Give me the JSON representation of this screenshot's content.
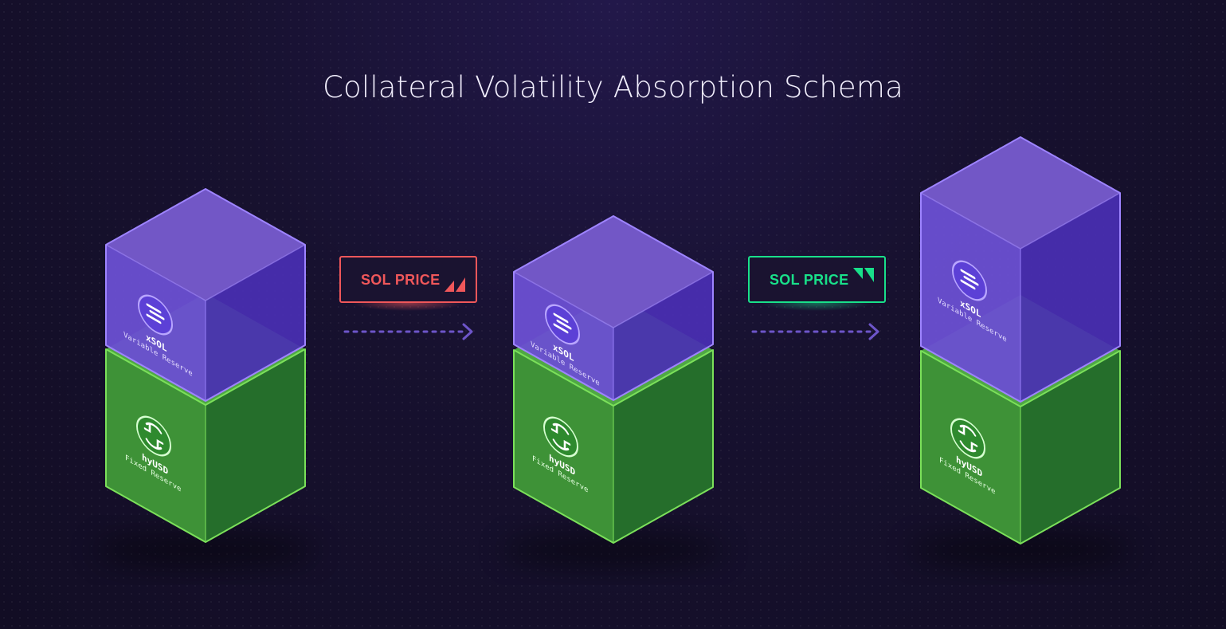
{
  "title": "Collateral Volatility Absorption Schema",
  "colors": {
    "purple": "#6b4fd1",
    "green": "#3f9a38",
    "down": "#f0575a",
    "up": "#19e08a",
    "arrow": "#6d55c9"
  },
  "stacks": [
    {
      "xsol": {
        "name": "xSOL",
        "subtitle": "Variable Reserve",
        "icon": "xsol-icon"
      },
      "hyusd": {
        "name": "hyUSD",
        "subtitle": "Fixed Reserve",
        "icon": "hyusd-icon"
      }
    },
    {
      "xsol": {
        "name": "xSOL",
        "subtitle": "Variable Reserve",
        "icon": "xsol-icon"
      },
      "hyusd": {
        "name": "hyUSD",
        "subtitle": "Fixed Reserve",
        "icon": "hyusd-icon"
      }
    },
    {
      "xsol": {
        "name": "xSOL",
        "subtitle": "Variable Reserve",
        "icon": "xsol-icon"
      },
      "hyusd": {
        "name": "hyUSD",
        "subtitle": "Fixed Reserve",
        "icon": "hyusd-icon"
      }
    }
  ],
  "transitions": [
    {
      "label": "SOL PRICE",
      "direction": "down",
      "icon": "price-down-icon"
    },
    {
      "label": "SOL PRICE",
      "direction": "up",
      "icon": "price-up-icon"
    }
  ]
}
